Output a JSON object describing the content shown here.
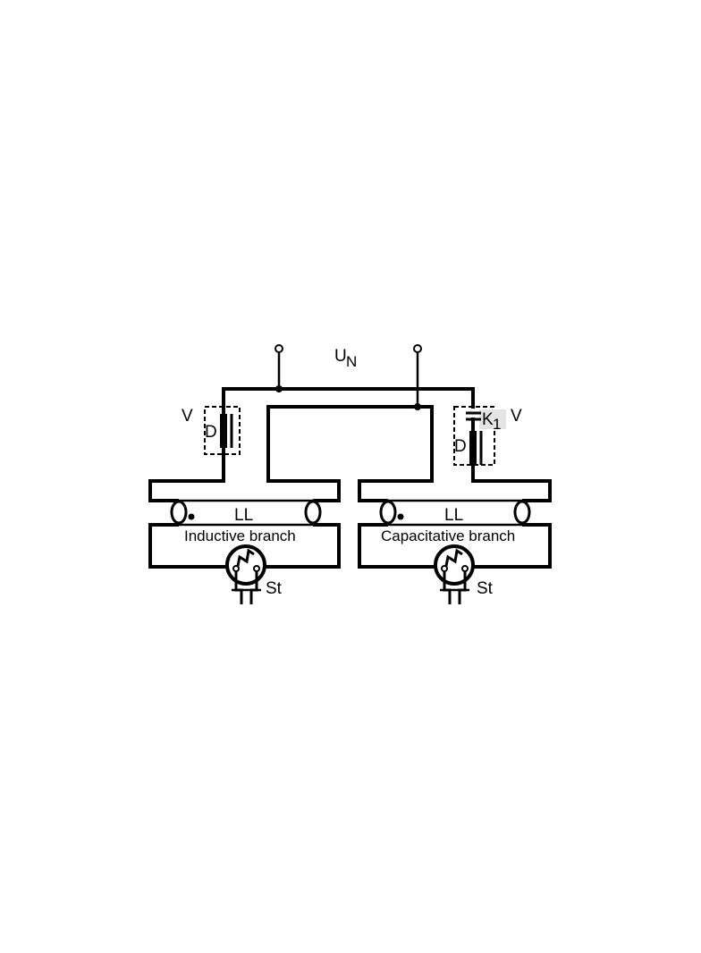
{
  "labels": {
    "supply": "U",
    "supply_sub": "N",
    "ballast_left": "V",
    "ballast_right": "V",
    "choke_left": "D",
    "choke_right": "D",
    "capacitor": "K",
    "capacitor_sub": "1",
    "lamp_left": "LL",
    "lamp_right": "LL",
    "branch_left": "Inductive branch",
    "branch_right": "Capacitative branch",
    "starter_left": "St",
    "starter_right": "St"
  }
}
